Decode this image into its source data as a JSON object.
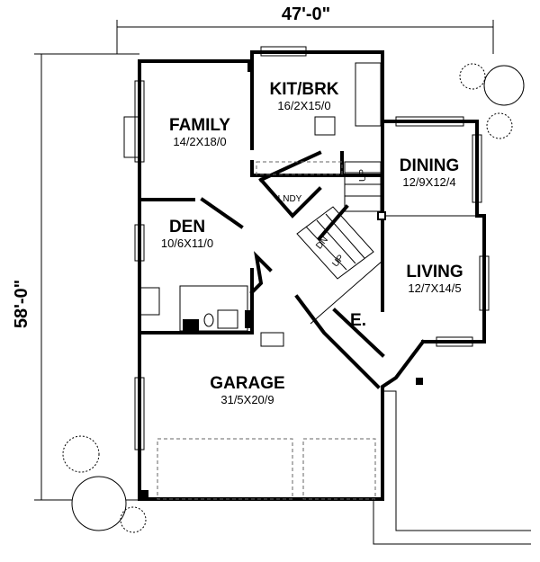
{
  "dimensions": {
    "width": "47'-0\"",
    "depth": "58'-0\""
  },
  "rooms": [
    {
      "id": "family",
      "name": "FAMILY",
      "size": "14/2X18/0"
    },
    {
      "id": "kitchen",
      "name": "KIT/BRK",
      "size": "16/2X15/0"
    },
    {
      "id": "dining",
      "name": "DINING",
      "size": "12/9X12/4"
    },
    {
      "id": "den",
      "name": "DEN",
      "size": "10/6X11/0"
    },
    {
      "id": "living",
      "name": "LIVING",
      "size": "12/7X14/5"
    },
    {
      "id": "garage",
      "name": "GARAGE",
      "size": "31/5X20/9"
    }
  ],
  "labels": {
    "laundry": "LNDY",
    "entry": "E.",
    "stair_up_1": "UP",
    "stair_dn": "DN",
    "stair_up_2": "UP"
  }
}
